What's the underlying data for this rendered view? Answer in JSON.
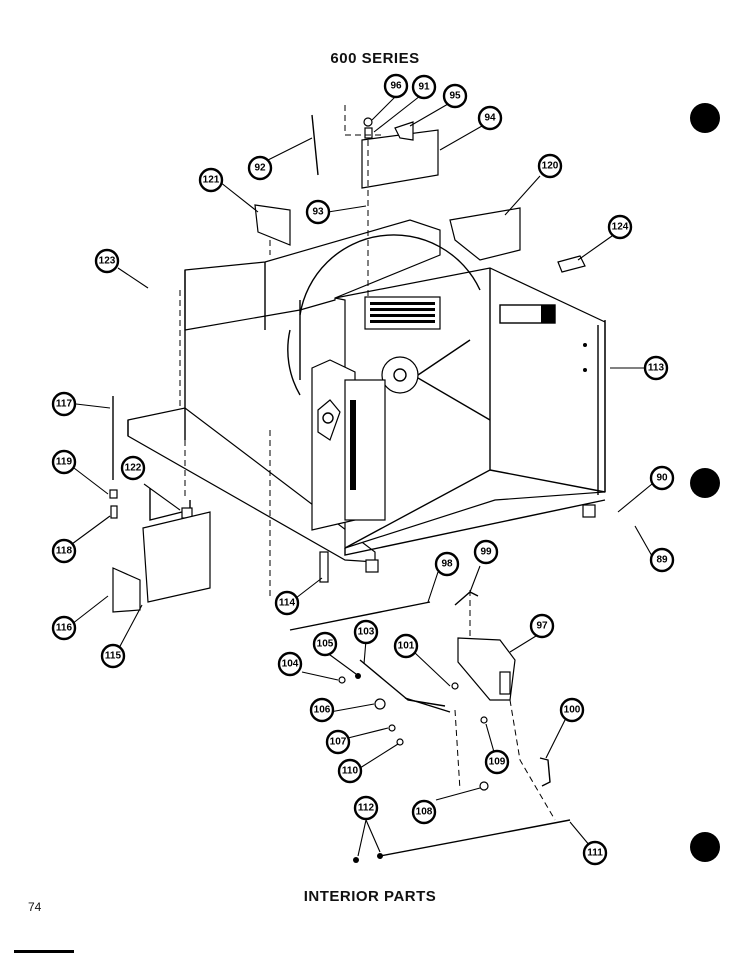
{
  "header": {
    "title": "600 SERIES"
  },
  "footer": {
    "caption": "INTERIOR PARTS",
    "page_number": "74"
  },
  "callouts": [
    "96",
    "91",
    "95",
    "94",
    "92",
    "121",
    "93",
    "120",
    "124",
    "123",
    "113",
    "117",
    "119",
    "122",
    "90",
    "89",
    "118",
    "114",
    "98",
    "99",
    "116",
    "115",
    "97",
    "103",
    "101",
    "105",
    "104",
    "106",
    "107",
    "100",
    "110",
    "109",
    "112",
    "108",
    "111"
  ]
}
